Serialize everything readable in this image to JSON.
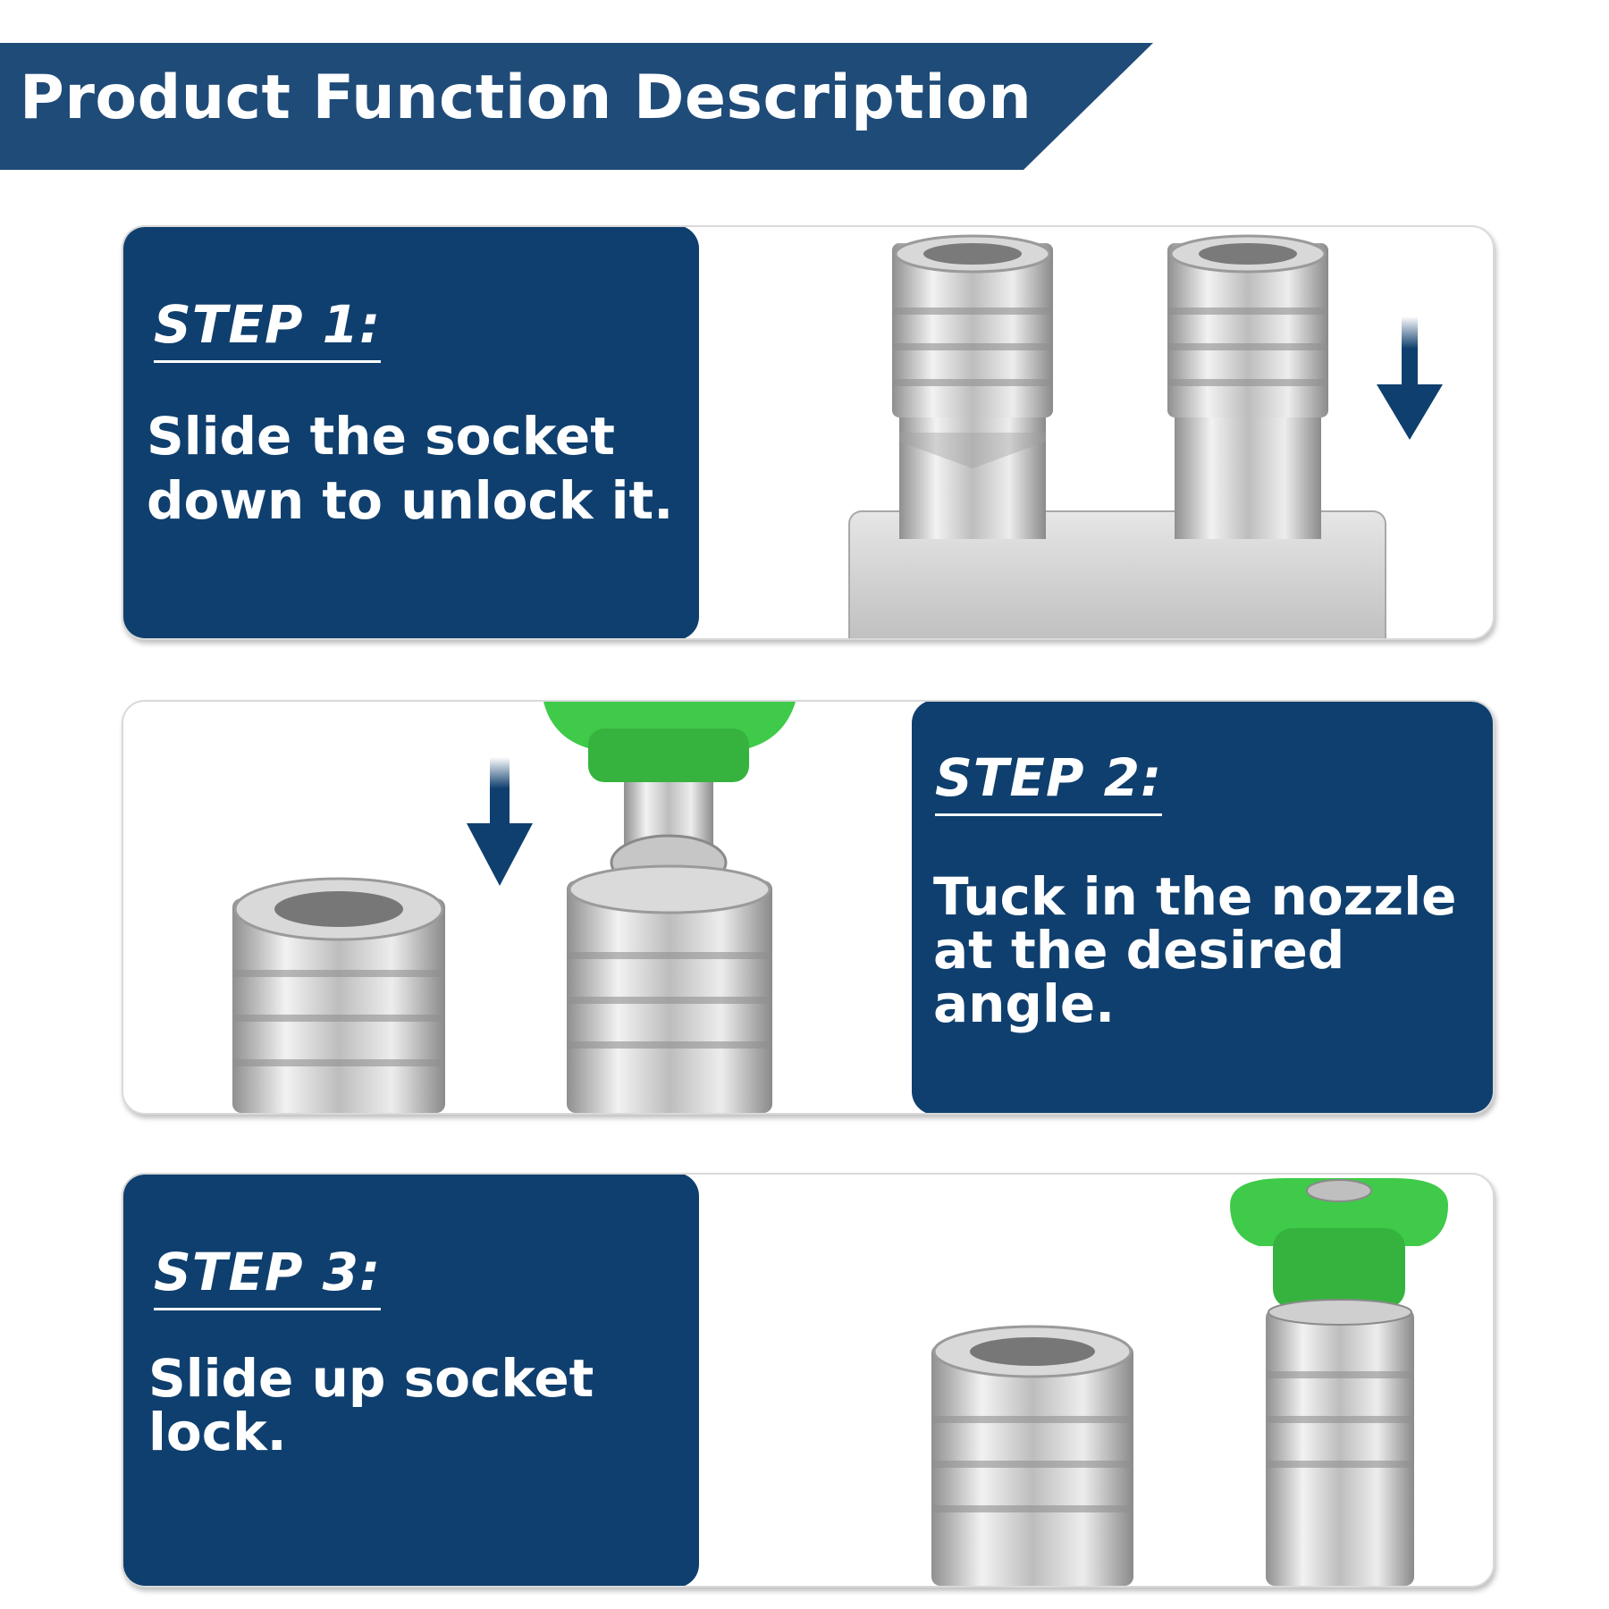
{
  "header": {
    "title": "Product Function Description"
  },
  "colors": {
    "brand_blue": "#0f3f6e",
    "header_blue": "#1f4b78",
    "nozzle_green": "#3fca49",
    "metal": "#c9c9c9"
  },
  "steps": [
    {
      "heading": "STEP 1:",
      "text": "Slide the socket down to unlock it."
    },
    {
      "heading": "STEP 2:",
      "text": "Tuck in the nozzle at the desired angle."
    },
    {
      "heading": "STEP 3:",
      "text": "Slide up socket lock."
    }
  ],
  "icons": [
    "down-arrow-icon"
  ]
}
